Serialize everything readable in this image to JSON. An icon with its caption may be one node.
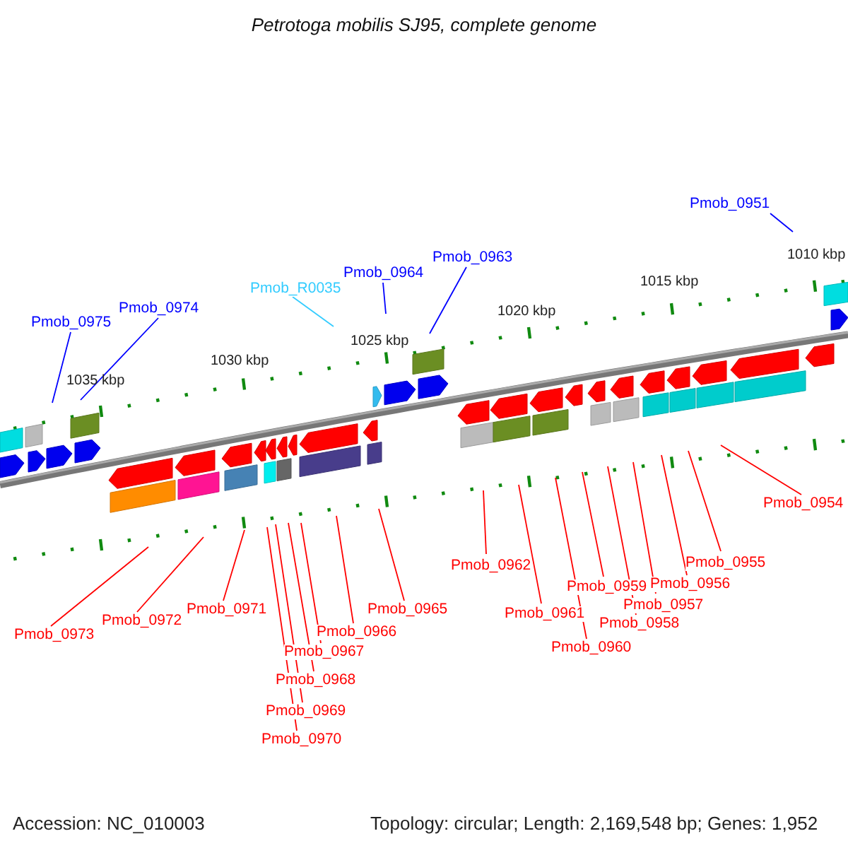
{
  "diagram": {
    "title": "Petrotoga mobilis SJ95, complete genome",
    "nodes": [
      {
        "text": [
          "Pmob_0951"
        ]
      },
      {
        "text": [
          "Pmob_0963"
        ]
      },
      {
        "text": [
          "Pmob_0964"
        ]
      },
      {
        "text": [
          "Pmob_R0035"
        ]
      },
      {
        "text": [
          "Pmob_0974"
        ]
      },
      {
        "text": [
          "Pmob_0975"
        ]
      },
      {
        "text": [
          "Pmob_0954"
        ]
      },
      {
        "text": [
          "Pmob_0962"
        ]
      },
      {
        "text": [
          "Pmob_0955"
        ]
      },
      {
        "text": [
          "Pmob_0965"
        ]
      },
      {
        "text": [
          "Pmob_0956"
        ]
      },
      {
        "text": [
          "Pmob_0959"
        ]
      },
      {
        "text": [
          "Pmob_0971"
        ]
      },
      {
        "text": [
          "Pmob_0961"
        ]
      },
      {
        "text": [
          "Pmob_0957"
        ]
      },
      {
        "text": [
          "Pmob_0972"
        ]
      },
      {
        "text": [
          "Pmob_0958"
        ]
      },
      {
        "text": [
          "Pmob_0966"
        ]
      },
      {
        "text": [
          "Pmob_0973"
        ]
      },
      {
        "text": [
          "Pmob_0960"
        ]
      },
      {
        "text": [
          "Pmob_0967"
        ]
      },
      {
        "text": [
          "Pmob_0968"
        ]
      },
      {
        "text": [
          "Pmob_0969"
        ]
      },
      {
        "text": [
          "Pmob_0970"
        ]
      }
    ],
    "edges": [
      {
        "from": 0,
        "to": null,
        "arrow": "none",
        "color": "#0000ff"
      },
      {
        "from": 1,
        "to": null,
        "arrow": "none",
        "color": "#0000ff"
      },
      {
        "from": 2,
        "to": null,
        "arrow": "none",
        "color": "#0000ff"
      },
      {
        "from": 3,
        "to": null,
        "arrow": "none",
        "color": "#33ccff"
      },
      {
        "from": 4,
        "to": null,
        "arrow": "none",
        "color": "#0000ff"
      },
      {
        "from": 5,
        "to": null,
        "arrow": "none",
        "color": "#0000ff"
      },
      {
        "from": 6,
        "to": null,
        "arrow": "none"
      },
      {
        "from": 7,
        "to": null,
        "arrow": "none"
      },
      {
        "from": 8,
        "to": null,
        "arrow": "none"
      },
      {
        "from": 9,
        "to": null,
        "arrow": "none"
      },
      {
        "from": 10,
        "to": null,
        "arrow": "none"
      },
      {
        "from": 11,
        "to": null,
        "arrow": "none"
      },
      {
        "from": 12,
        "to": null,
        "arrow": "none"
      },
      {
        "from": 13,
        "to": null,
        "arrow": "none"
      },
      {
        "from": 14,
        "to": null,
        "arrow": "none"
      },
      {
        "from": 15,
        "to": null,
        "arrow": "none"
      },
      {
        "from": 16,
        "to": null,
        "arrow": "none"
      },
      {
        "from": 17,
        "to": null,
        "arrow": "none"
      },
      {
        "from": 18,
        "to": null,
        "arrow": "none"
      },
      {
        "from": 19,
        "to": null,
        "arrow": "none"
      },
      {
        "from": 20,
        "to": null,
        "arrow": "none"
      },
      {
        "from": 21,
        "to": null,
        "arrow": "none"
      },
      {
        "from": 22,
        "to": null,
        "arrow": "none"
      },
      {
        "from": 23,
        "to": null,
        "arrow": "none"
      }
    ],
    "labels": [
      "1010 kbp",
      "1015 kbp",
      "1020 kbp",
      "1025 kbp",
      "1030 kbp",
      "1035 kbp",
      "Accession: NC_010003",
      "Topology: circular; Length: 2,169,548 bp; Genes: 1,952"
    ]
  }
}
